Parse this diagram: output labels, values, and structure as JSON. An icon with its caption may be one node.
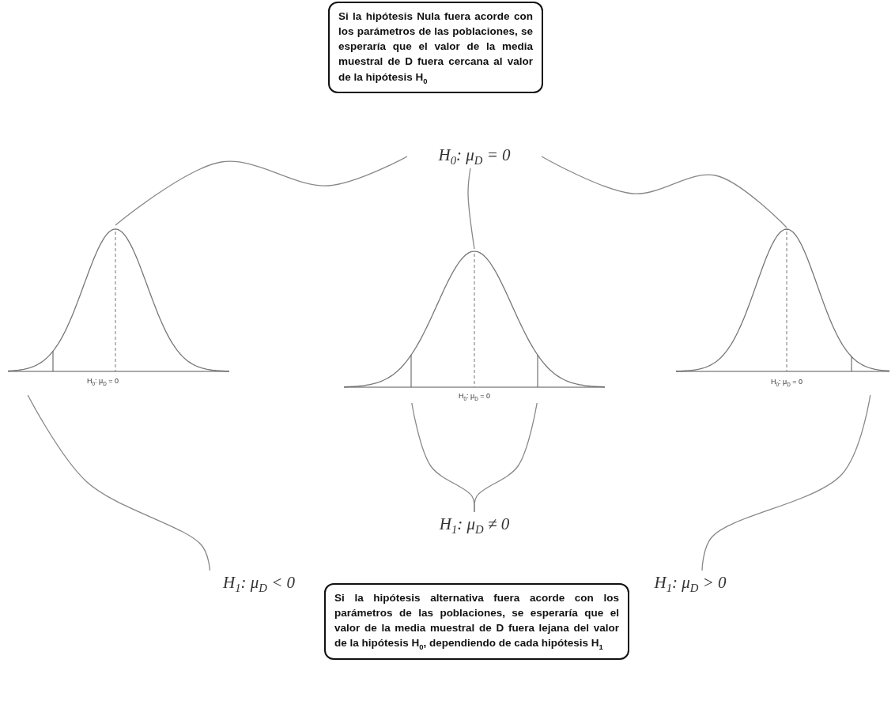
{
  "diagram": {
    "nodes": [
      {
        "text": [
          "Si la hipótesis Nula fuera acorde con los parámetros de las poblaciones, se esperaría que el valor de la media muestral de D fuera cercana al valor de la hipótesis H$_{0}$"
        ]
      },
      {
        "text": [
          "H$_{0}$: μ$_{D}$ = 0"
        ]
      },
      {
        "text": [
          "H$_{0}$: μ$_{D}$ = 0"
        ]
      },
      {
        "text": [
          "H$_{0}$: μ$_{D}$ = 0"
        ]
      },
      {
        "text": [
          "H$_{0}$: μ$_{D}$ = 0"
        ]
      },
      {
        "text": [
          "H$_{1}$: μ$_{D}$ < 0"
        ]
      },
      {
        "text": [
          "H$_{1}$: μ$_{D}$ ≠ 0"
        ]
      },
      {
        "text": [
          "H$_{1}$: μ$_{D}$ > 0"
        ]
      },
      {
        "text": [
          "Si la hipótesis alternativa fuera acorde con los parámetros de las poblaciones, se esperaría que el valor de la media muestral de D fuera lejana del valor de la hipótesis H$_{0}$, dependiendo de cada hipótesis H$_{1}$"
        ]
      }
    ],
    "edges": [
      {
        "from": 1,
        "to": 2,
        "arrow": "none"
      },
      {
        "from": 1,
        "to": 3,
        "arrow": "none"
      },
      {
        "from": 1,
        "to": 4,
        "arrow": "none"
      },
      {
        "from": 2,
        "to": 5,
        "arrow": "none"
      },
      {
        "from": 3,
        "to": 6,
        "arrow": "none"
      },
      {
        "from": 3,
        "to": 6,
        "arrow": "none"
      },
      {
        "from": 4,
        "to": 7,
        "arrow": "none"
      }
    ]
  }
}
